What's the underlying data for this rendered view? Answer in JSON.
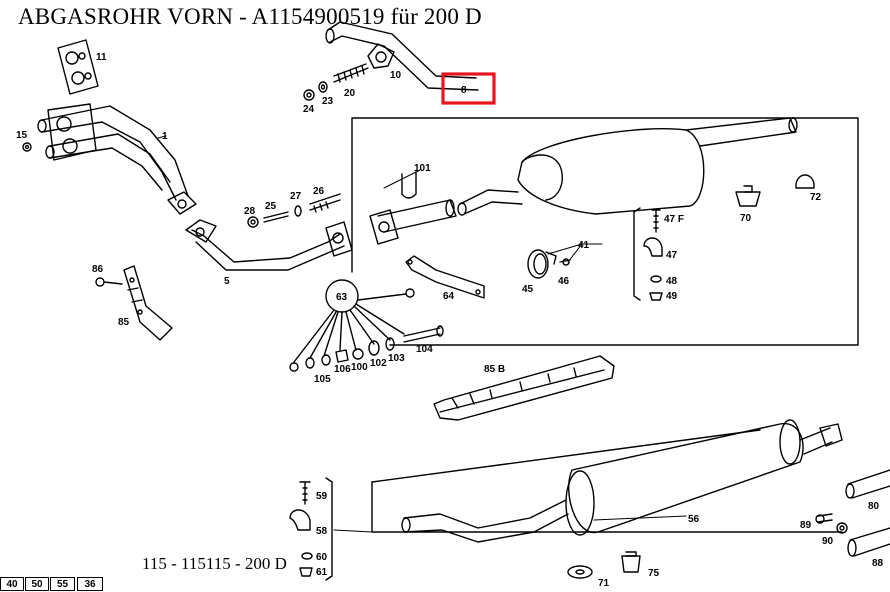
{
  "title": "ABGASROHR VORN - A1154900519 für 200 D",
  "footer_caption": "115 - 115115 - 200 D",
  "highlight_color": "#e8141e",
  "highlighted_part": "8",
  "page_tabs": [
    "40",
    "50",
    "55",
    "36"
  ],
  "part_labels": {
    "p1": "1",
    "p5": "5",
    "p8": "8",
    "p10": "10",
    "p11": "11",
    "p15": "15",
    "p20": "20",
    "p23": "23",
    "p24": "24",
    "p25": "25",
    "p26": "26",
    "p27": "27",
    "p28": "28",
    "p41": "41",
    "p45": "45",
    "p46": "46",
    "p47": "47",
    "p47f": "47 F",
    "p48": "48",
    "p49": "49",
    "p56": "56",
    "p58": "58",
    "p59": "59",
    "p60": "60",
    "p61": "61",
    "p63": "63",
    "p64": "64",
    "p70": "70",
    "p71": "71",
    "p72": "72",
    "p75": "75",
    "p80": "80",
    "p85": "85",
    "p85b": "85 B",
    "p86": "86",
    "p88": "88",
    "p89": "89",
    "p90": "90",
    "p100": "100",
    "p101": "101",
    "p102": "102",
    "p103": "103",
    "p104": "104",
    "p105": "105",
    "p106": "106"
  }
}
